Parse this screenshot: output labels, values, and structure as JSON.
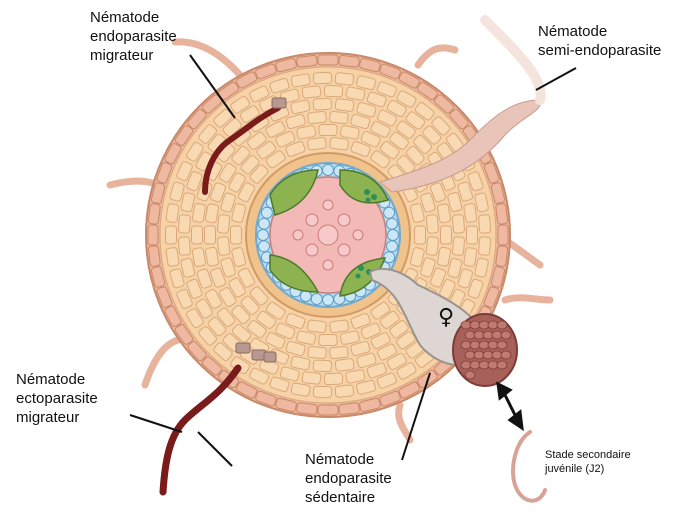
{
  "labels": {
    "endo_migr": [
      "Nématode",
      "endoparasite",
      "migrateur"
    ],
    "semi_endo": [
      "Nématode",
      "semi-endoparasite"
    ],
    "ecto_migr": [
      "Nématode",
      "ectoparasite",
      "migrateur"
    ],
    "endo_sed": [
      "Nématode",
      "endoparasite",
      "sédentaire"
    ],
    "stage": [
      "Stade secondaire",
      "juvénile (J2)"
    ],
    "female_symbol": "♀"
  },
  "colors": {
    "cortex_cell": "#f6d2a6",
    "cortex_stroke": "#d9a87a",
    "epidermis": "#e8b49a",
    "endodermis": "#b9dcef",
    "xylem_phloem": "#f3b9b7",
    "phloem_green": "#8db351",
    "nematode_dark": "#7a1b1b",
    "semi_endo": "#e9c4b8",
    "female_body": "#ddd6d3",
    "egg_mass": "#a8605a"
  }
}
